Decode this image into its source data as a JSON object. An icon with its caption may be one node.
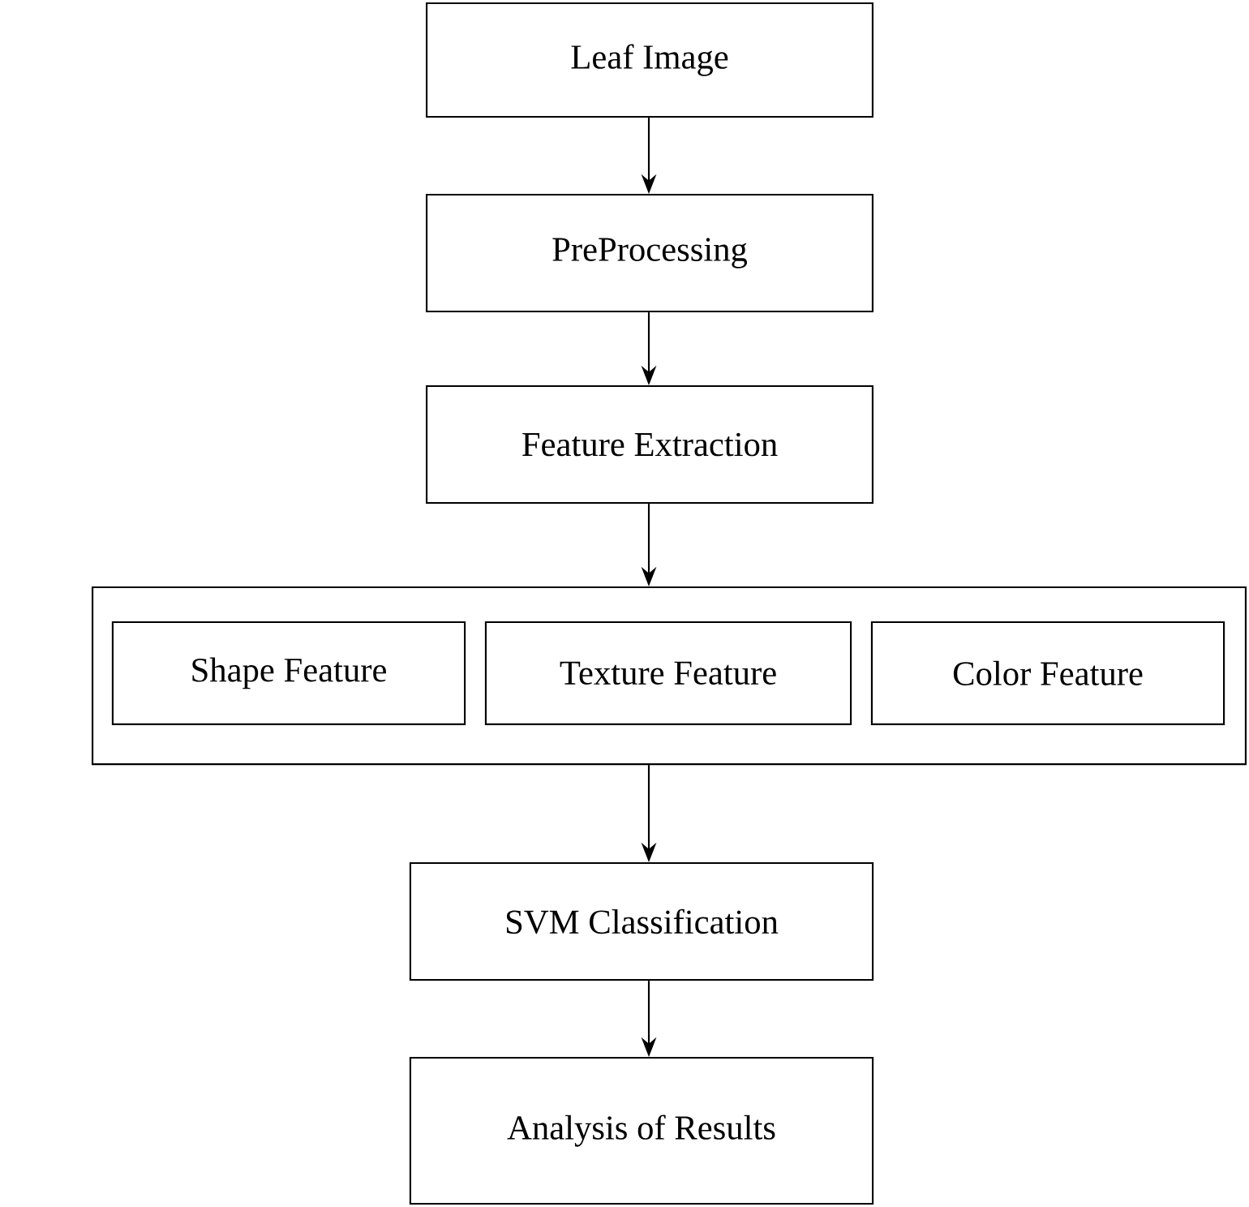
{
  "diagram": {
    "nodes": [
      {
        "text": [
          "Leaf Image"
        ]
      },
      {
        "text": [
          "PreProcessing"
        ]
      },
      {
        "text": [
          "Feature Extraction"
        ]
      },
      {
        "text": [],
        "shape": "box"
      },
      {
        "text": [
          "Shape Feature"
        ],
        "in": 3
      },
      {
        "text": [
          "Texture Feature"
        ],
        "in": 3
      },
      {
        "text": [
          "Color Feature"
        ],
        "in": 3
      },
      {
        "text": [
          "SVM Classification"
        ]
      },
      {
        "text": [
          "Analysis of Results"
        ]
      }
    ],
    "edges": [
      {
        "from": 0,
        "to": 1,
        "arrow": "to"
      },
      {
        "from": 1,
        "to": 2,
        "arrow": "to"
      },
      {
        "from": 2,
        "to": 3,
        "arrow": "to"
      },
      {
        "from": 3,
        "to": 7,
        "arrow": "to"
      },
      {
        "from": 7,
        "to": 8,
        "arrow": "to"
      }
    ]
  }
}
